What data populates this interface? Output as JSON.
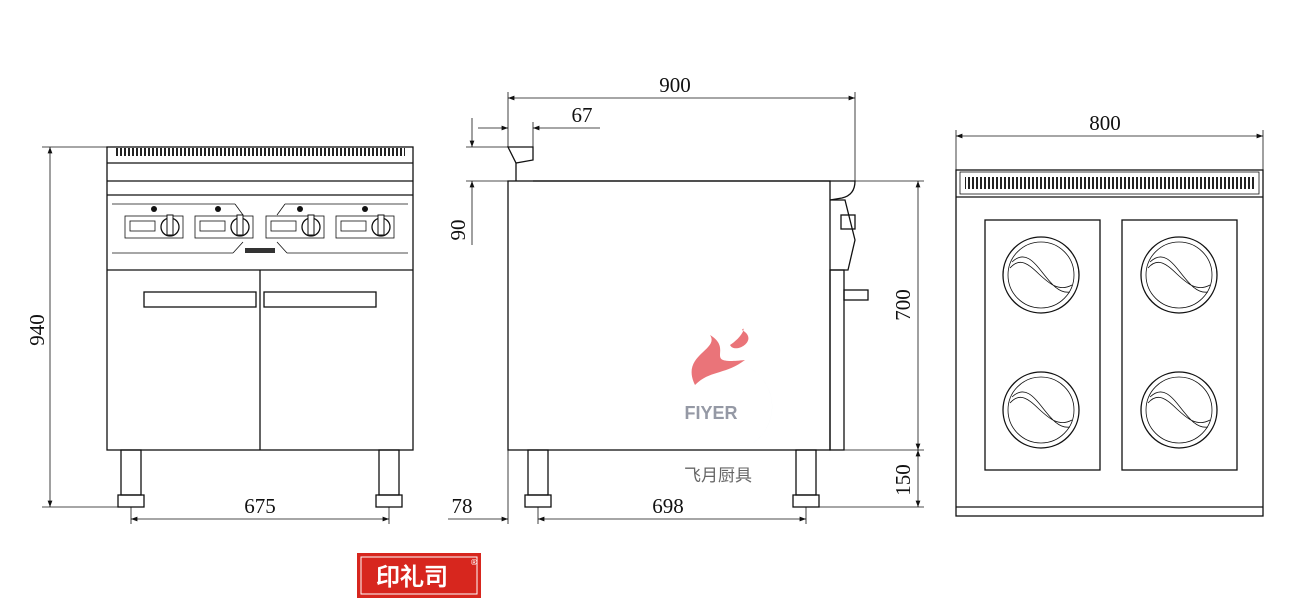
{
  "dimensions": {
    "front_height": "940",
    "front_width": "675",
    "side_depth": "900",
    "backsplash_depth": "67",
    "backsplash_height": "90",
    "body_height": "700",
    "leg_height": "150",
    "leg_offset": "78",
    "leg_span": "698",
    "top_width": "800"
  },
  "watermark": {
    "brand": "FIYER",
    "chinese": "飞月厨具",
    "colors": {
      "flame": "#e8666b",
      "moon": "#7b98cf",
      "text": "#8a8f9c"
    }
  },
  "stamp": {
    "text": "印礼司",
    "mark": "®",
    "color": "#d7261e"
  }
}
